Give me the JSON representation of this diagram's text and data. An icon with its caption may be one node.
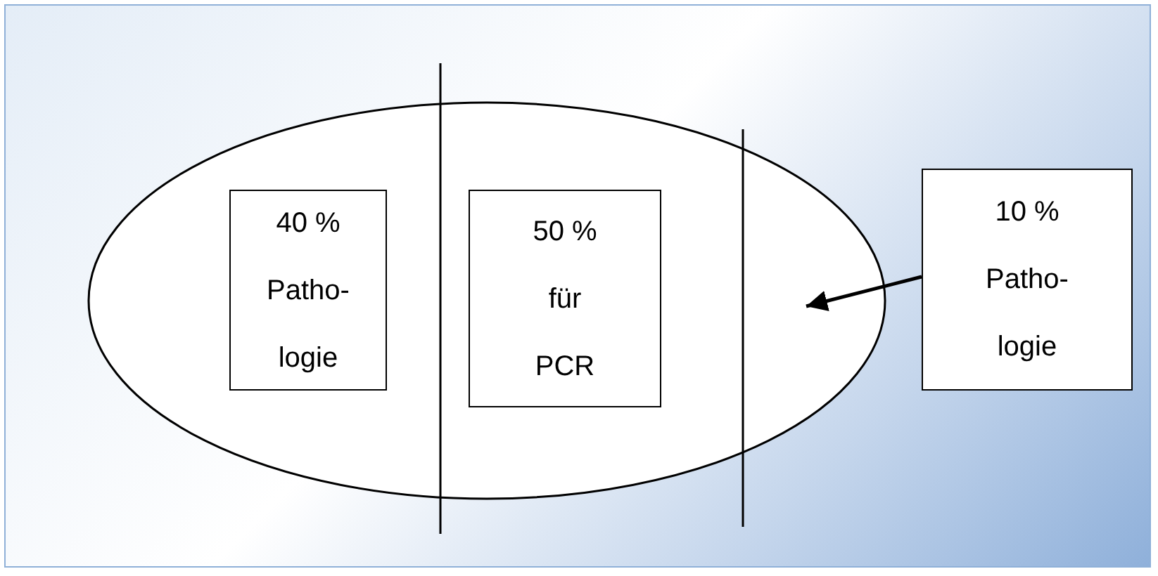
{
  "diagram": {
    "nodes": [
      {
        "text": [],
        "shape": "ellipse"
      },
      {
        "text": [
          "40 % Patho- logie"
        ],
        "in": 0
      },
      {
        "text": [
          "50 % für PCR"
        ],
        "in": 0
      },
      {
        "text": [
          "10 % Patho- logie"
        ]
      }
    ],
    "edges": [
      {
        "from": 3,
        "to": 0,
        "arrow": "to"
      }
    ]
  }
}
